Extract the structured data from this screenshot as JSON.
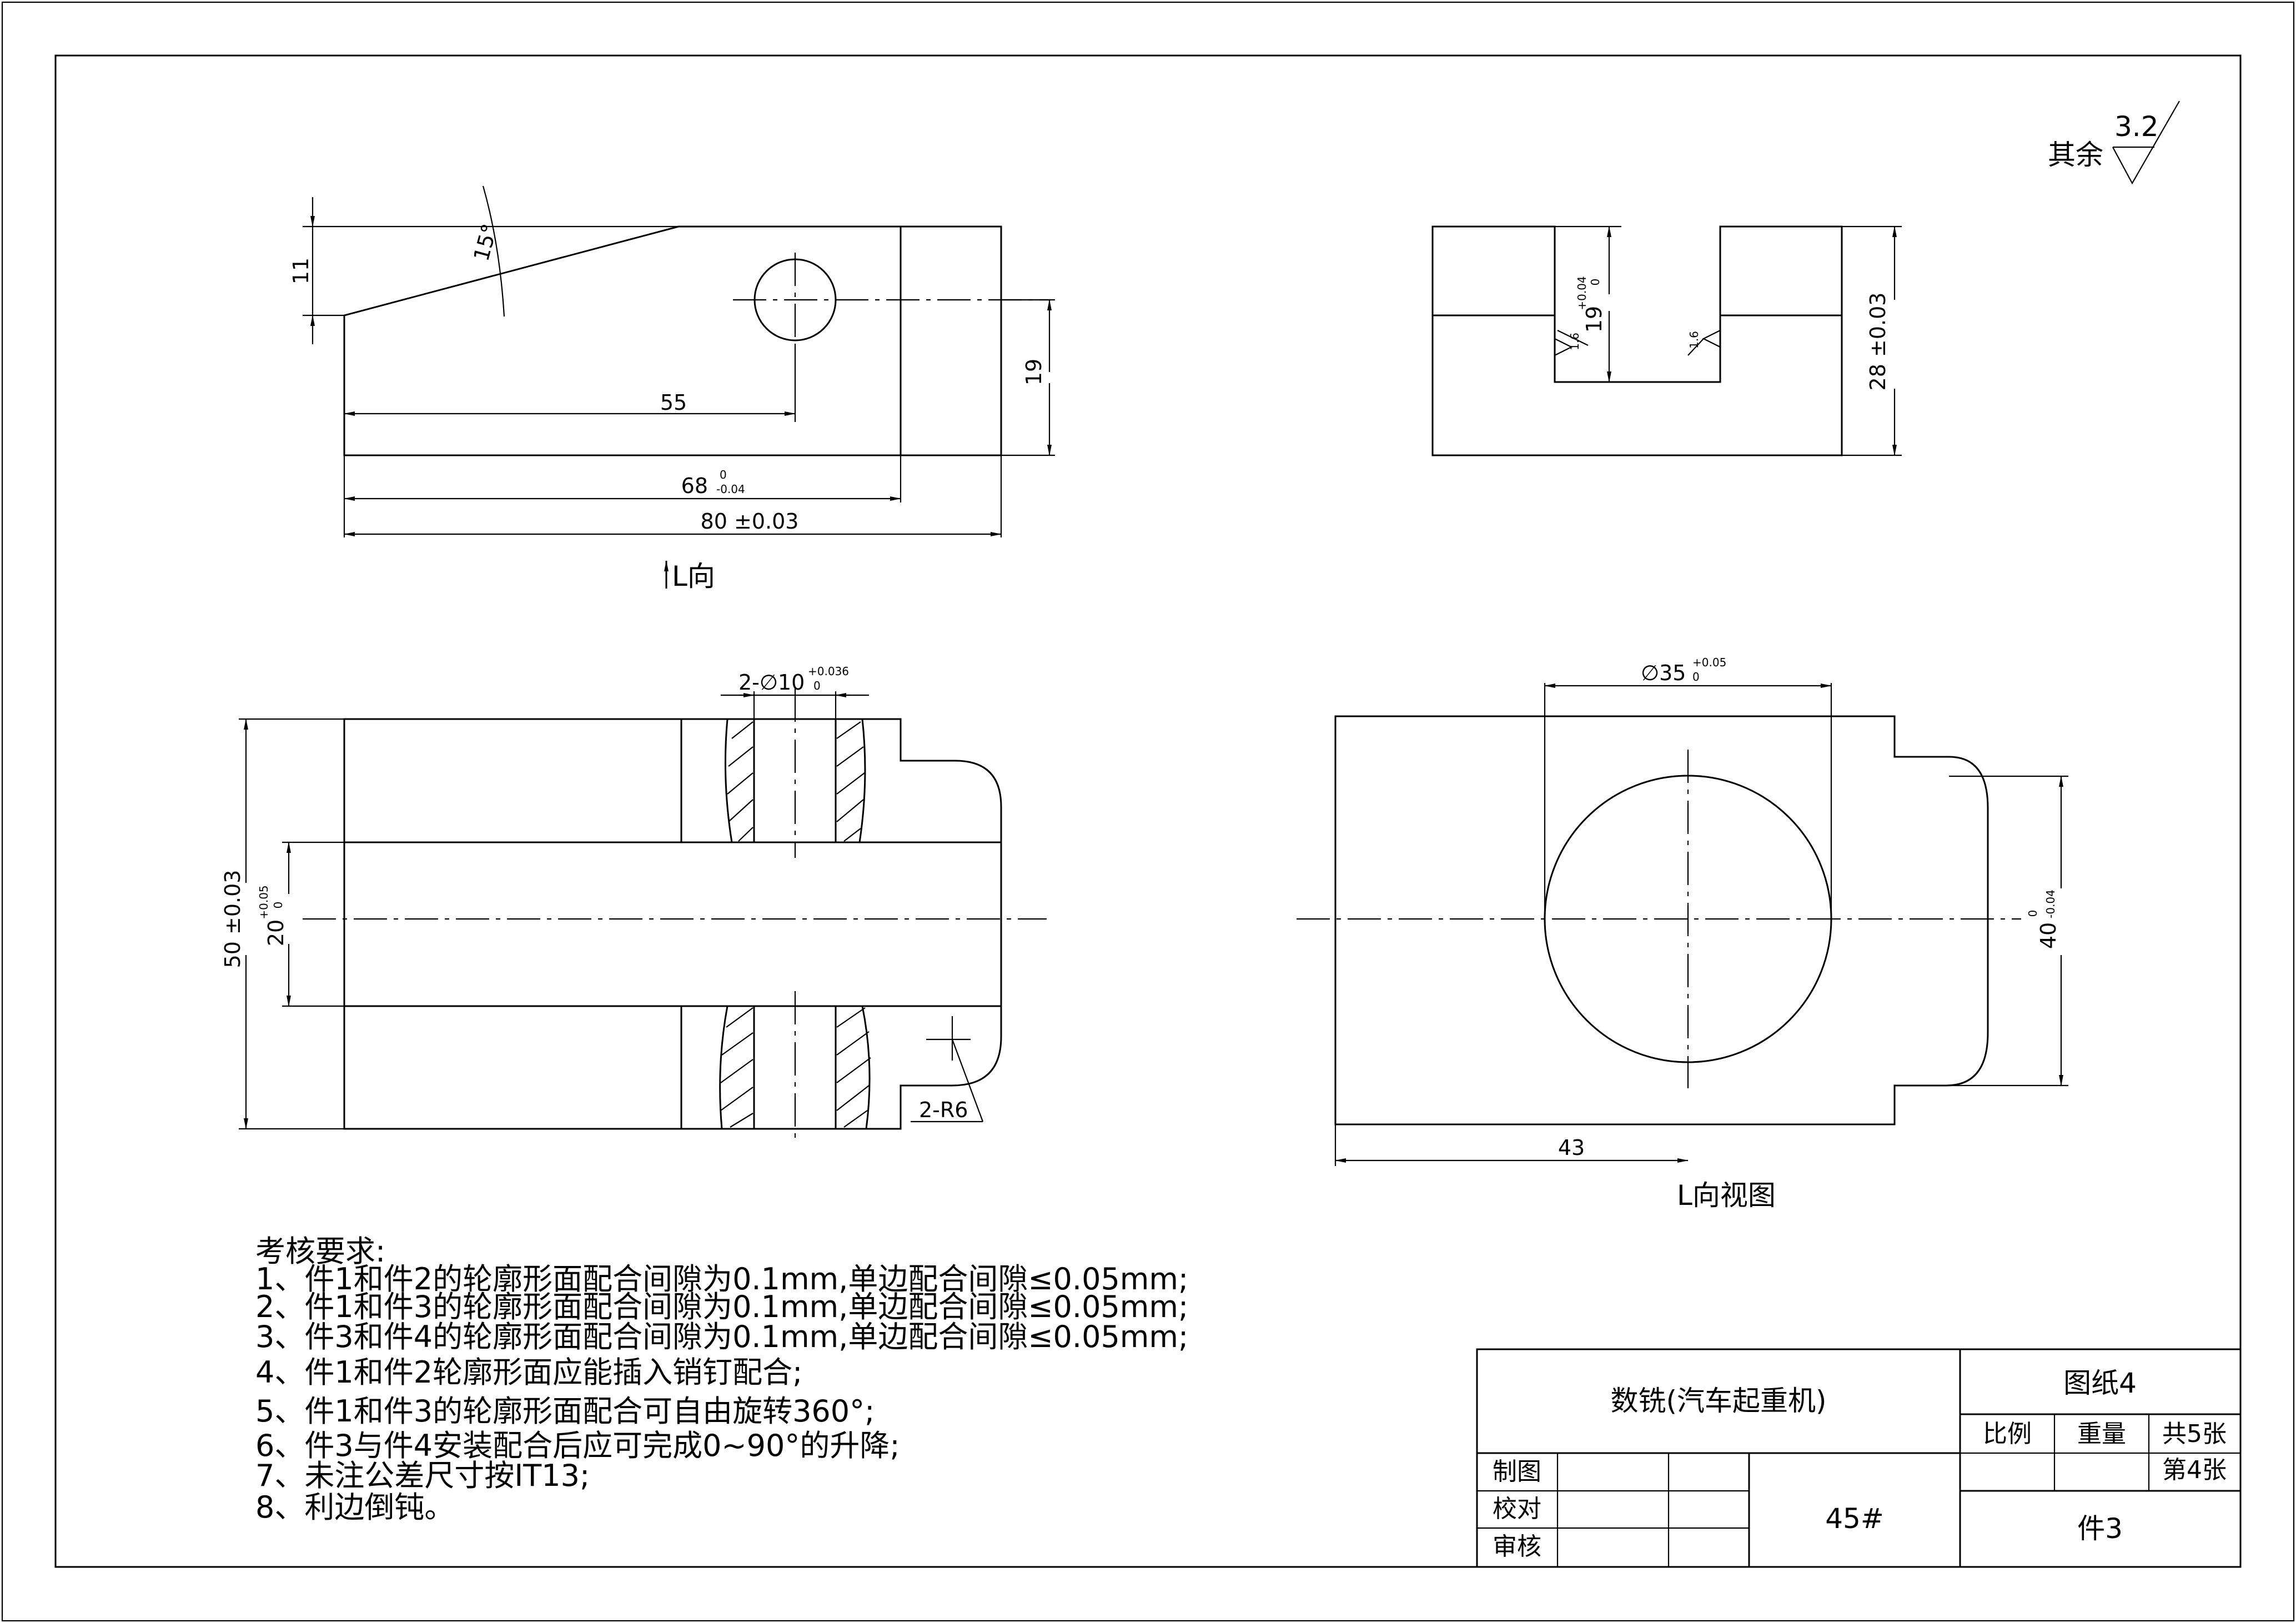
{
  "roughness": {
    "prefix": "其余",
    "value": "3.2"
  },
  "front_view": {
    "dim_11": "11",
    "dim_15": "15°",
    "dim_19": "19",
    "dim_55": "55",
    "dim_68": "68",
    "dim_68_tol_upper": "0",
    "dim_68_tol_lower": "-0.04",
    "dim_80": "80 ±0.03",
    "view_arrow_label": "L向"
  },
  "side_view": {
    "dim_19": "19",
    "dim_19_tol_upper": "+0.04",
    "dim_19_tol_lower": "0",
    "dim_28": "28 ±0.03",
    "roughness_left": "1.6",
    "roughness_right": "1.6"
  },
  "top_view": {
    "dim_hole": "2-∅10",
    "dim_hole_tol_upper": "+0.036",
    "dim_hole_tol_lower": "0",
    "dim_50": "50 ±0.03",
    "dim_20": "20",
    "dim_20_tol_upper": "+0.05",
    "dim_20_tol_lower": "0",
    "dim_r6": "2-R6"
  },
  "l_view": {
    "dim_35": "∅35",
    "dim_35_tol_upper": "+0.05",
    "dim_35_tol_lower": "0",
    "dim_40": "40",
    "dim_40_tol_upper": "0",
    "dim_40_tol_lower": "-0.04",
    "dim_43": "43",
    "caption": "L向视图"
  },
  "notes": {
    "heading": "考核要求:",
    "items": [
      "1、件1和件2的轮廓形面配合间隙为0.1mm,单边配合间隙≤0.05mm;",
      "2、件1和件3的轮廓形面配合间隙为0.1mm,单边配合间隙≤0.05mm;",
      "3、件3和件4的轮廓形面配合间隙为0.1mm,单边配合间隙≤0.05mm;",
      "4、件1和件2轮廓形面应能插入销钉配合;",
      "5、件1和件3的轮廓形面配合可自由旋转360°;",
      "6、件3与件4安装配合后应可完成0~90°的升降;",
      "7、未注公差尺寸按IT13;",
      "8、利边倒钝。"
    ]
  },
  "title_block": {
    "title": "数铣(汽车起重机)",
    "drawing_no": "图纸4",
    "scale_label": "比例",
    "weight_label": "重量",
    "total_sheets": "共5张",
    "sheet_no": "第4张",
    "drawn_label": "制图",
    "checked_label": "校对",
    "approved_label": "审核",
    "material": "45#",
    "part_name": "件3"
  }
}
